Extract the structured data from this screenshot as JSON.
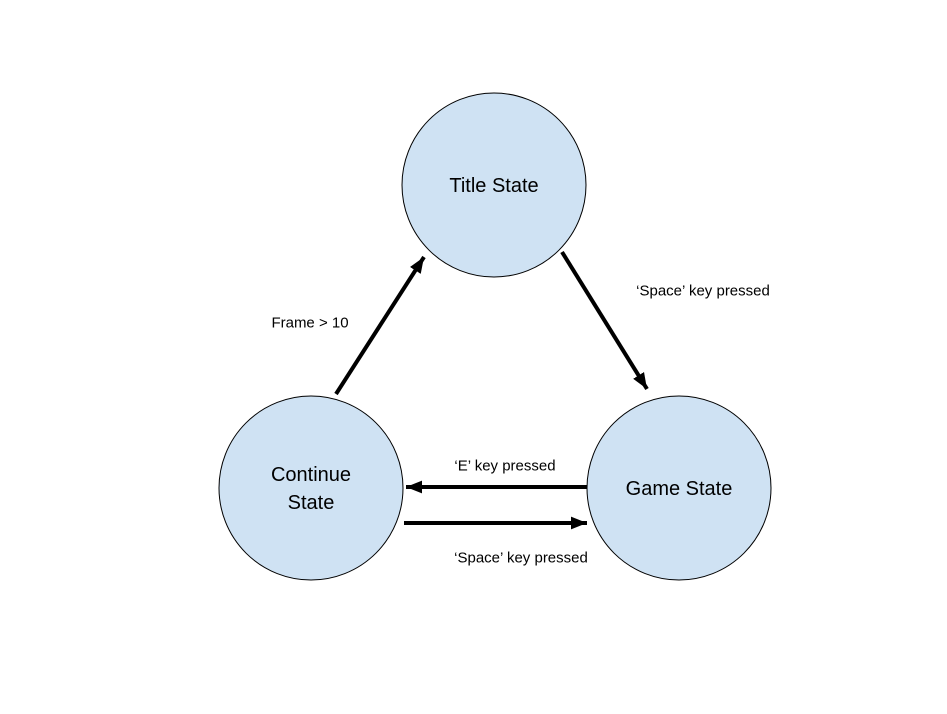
{
  "diagram": {
    "kind": "state-machine",
    "nodes": [
      {
        "id": "title-state",
        "label": "Title State"
      },
      {
        "id": "continue-state",
        "label": "Continue State"
      },
      {
        "id": "game-state",
        "label": "Game State"
      }
    ],
    "edges": [
      {
        "from": "continue-state",
        "to": "title-state",
        "label": "Frame > 10"
      },
      {
        "from": "title-state",
        "to": "game-state",
        "label": "‘Space’ key pressed"
      },
      {
        "from": "game-state",
        "to": "continue-state",
        "label": "‘E’ key pressed"
      },
      {
        "from": "continue-state",
        "to": "game-state",
        "label": "‘Space’ key pressed"
      }
    ],
    "colors": {
      "node_fill": "#cfe2f3",
      "node_stroke": "#000000",
      "arrow": "#000000",
      "background": "#ffffff",
      "text": "#000000"
    }
  }
}
